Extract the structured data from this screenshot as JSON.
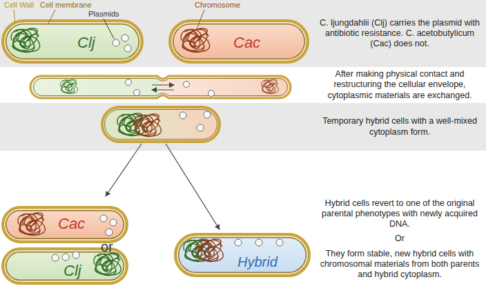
{
  "diagram": {
    "nodes": [
      {
        "text": [
          "C. ljungdahlii (Clj) carries the plasmid with antibiotic resistance. C. acetobutylicum (Cac) does not."
        ]
      },
      {
        "text": [
          "Clj"
        ],
        "in": 0
      },
      {
        "text": [
          "Cac"
        ],
        "in": 0
      },
      {
        "text": [
          "After making physical contact and restructuring the cellular envelope, cytoplasmic materials are exchanged."
        ]
      },
      {
        "text": [
          "Temporary hybrid cells with a well-mixed cytoplasm form."
        ]
      },
      {
        "text": [
          "Hybrid cells revert to one of the original parental phenotypes with newly acquired DNA.",
          "Or",
          "They form stable, new hybrid cells with chromosomal materials from both parents and hybrid cytoplasm."
        ]
      },
      {
        "text": [
          "Cac"
        ],
        "in": 5
      },
      {
        "text": [
          "Clj"
        ],
        "in": 5
      },
      {
        "text": [
          "Hybrid"
        ],
        "in": 5
      }
    ],
    "labels": [
      "Cell Wall",
      "Cell membrane",
      "Plasmids",
      "Chromosome",
      "or"
    ]
  }
}
